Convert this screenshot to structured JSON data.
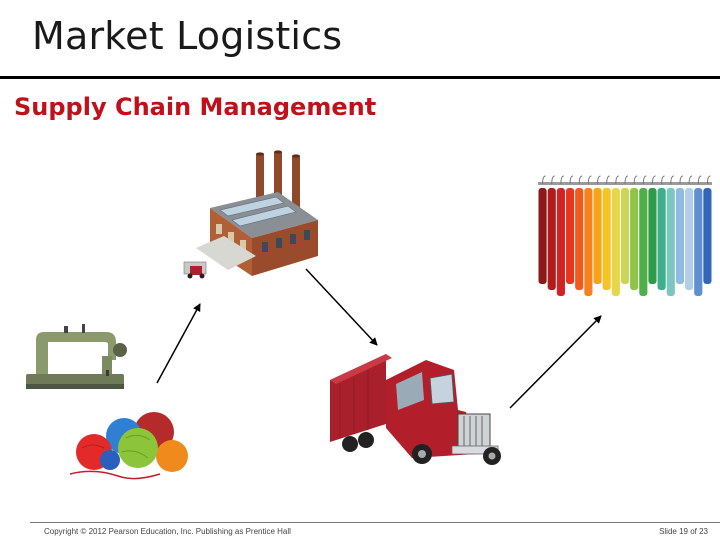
{
  "slide": {
    "title": "Market Logistics",
    "subtitle": "Supply Chain Management",
    "footer": {
      "copyright": "Copyright © 2012 Pearson Education, Inc. Publishing as Prentice Hall",
      "slide_number": "Slide 19 of 23"
    }
  },
  "images": {
    "factory": "factory-image",
    "sewing_machine": "sewing-machine-image",
    "yarn_balls": "yarn-balls-image",
    "truck": "semi-truck-image",
    "clothing_rack": "clothing-rack-image"
  },
  "colors": {
    "subtitle": "#c0101a",
    "truck": "#b21e2a",
    "factory_brick": "#a3532e"
  }
}
